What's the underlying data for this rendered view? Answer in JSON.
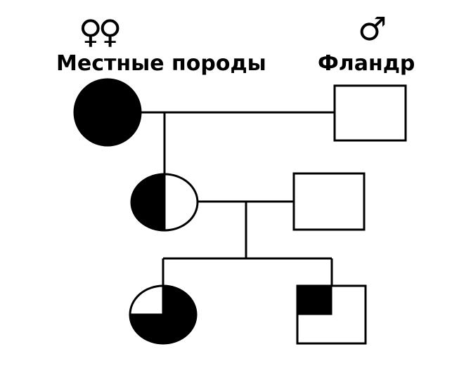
{
  "labels": {
    "female_symbol": "♀♀",
    "male_symbol": "♂",
    "female_group": "Местные породы",
    "male_group": "Фландр"
  },
  "individuals": [
    {
      "id": "gen1-female",
      "sex": "female",
      "fraction_filled": 1.0
    },
    {
      "id": "gen1-male",
      "sex": "male",
      "fraction_filled": 0.0
    },
    {
      "id": "gen2-female",
      "sex": "female",
      "fraction_filled": 0.5
    },
    {
      "id": "gen2-male",
      "sex": "male",
      "fraction_filled": 0.0
    },
    {
      "id": "gen3-female",
      "sex": "female",
      "fraction_filled": 0.75
    },
    {
      "id": "gen3-male",
      "sex": "male",
      "fraction_filled": 0.25
    }
  ],
  "colors": {
    "ink": "#000000",
    "paper": "#ffffff"
  }
}
